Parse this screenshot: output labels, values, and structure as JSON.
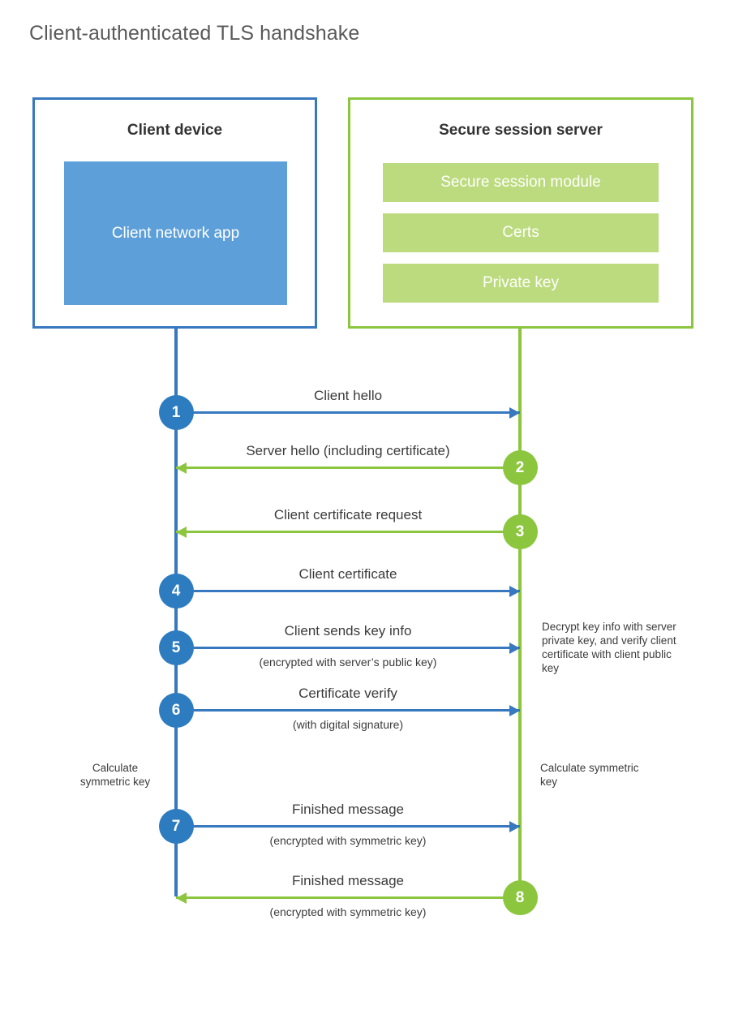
{
  "title": "Client-authenticated TLS handshake",
  "colors": {
    "client_accent": "#3778bf",
    "client_circle": "#2e7cc0",
    "client_app_fill": "#5d9fd8",
    "server_accent": "#8cc63f",
    "server_bar_fill": "#bcdb7e",
    "text": "#3b3b3b",
    "title_text": "#5a5a5a"
  },
  "client": {
    "title": "Client device",
    "app_label": "Client network app"
  },
  "server": {
    "title": "Secure session server",
    "bars": [
      {
        "label": "Secure session module"
      },
      {
        "label": "Certs"
      },
      {
        "label": "Private key"
      }
    ]
  },
  "messages": [
    {
      "number": "1",
      "label": "Client hello",
      "sublabel": "",
      "direction": "client-to-server",
      "color": "blue"
    },
    {
      "number": "2",
      "label": "Server hello (including certificate)",
      "sublabel": "",
      "direction": "server-to-client",
      "color": "green"
    },
    {
      "number": "3",
      "label": "Client certificate request",
      "sublabel": "",
      "direction": "server-to-client",
      "color": "green"
    },
    {
      "number": "4",
      "label": "Client certificate",
      "sublabel": "",
      "direction": "client-to-server",
      "color": "blue"
    },
    {
      "number": "5",
      "label": "Client sends key info",
      "sublabel": "(encrypted with server’s public key)",
      "direction": "client-to-server",
      "color": "blue"
    },
    {
      "number": "6",
      "label": "Certificate verify",
      "sublabel": "(with digital signature)",
      "direction": "client-to-server",
      "color": "blue"
    },
    {
      "number": "7",
      "label": "Finished message",
      "sublabel": "(encrypted with symmetric key)",
      "direction": "client-to-server",
      "color": "blue"
    },
    {
      "number": "8",
      "label": "Finished message",
      "sublabel": "(encrypted with symmetric key)",
      "direction": "server-to-client",
      "color": "green"
    }
  ],
  "notes": {
    "decrypt": "Decrypt key info with server private key, and verify client certificate with client public key",
    "calculate_client": "Calculate symmetric key",
    "calculate_server": "Calculate symmetric key"
  }
}
